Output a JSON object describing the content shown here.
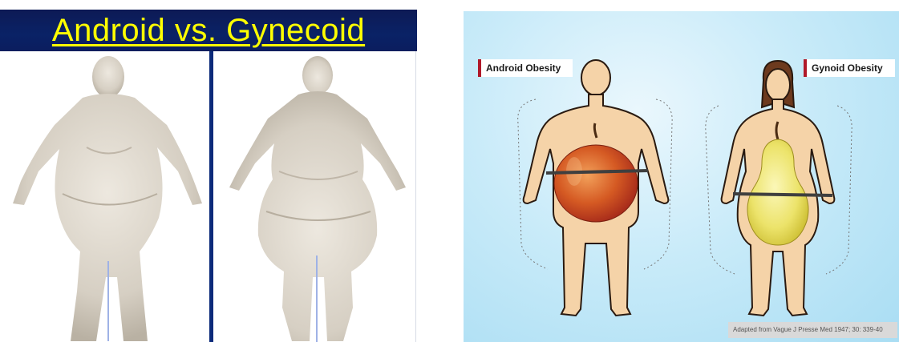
{
  "left": {
    "title": "Android vs. Gynecoid",
    "figures": [
      "android-body-scan",
      "gynecoid-body-scan"
    ]
  },
  "right": {
    "android_label": "Android Obesity",
    "gynoid_label": "Gynoid Obesity",
    "caption": "Adapted from Vague J Presse Med 1947; 30: 339-40"
  },
  "colors": {
    "header_bg": "#0b1d5e",
    "title_text": "#ffff00",
    "divider": "#0b2a7a",
    "scan_skin": "#d8d1c6",
    "label_accent": "#b0192a",
    "apple": "#d0451e",
    "pear": "#e8e06a",
    "skin": "#f5d3a8"
  }
}
